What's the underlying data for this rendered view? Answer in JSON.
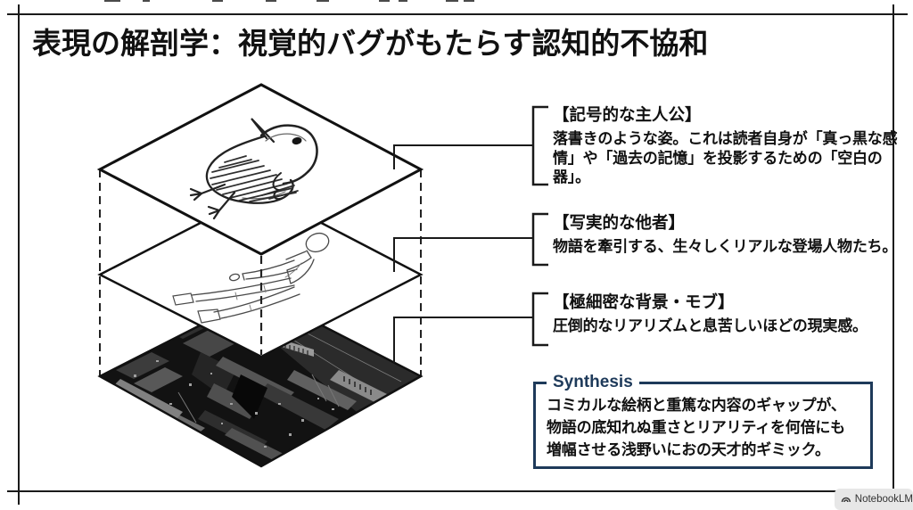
{
  "title": "表現の解剖学：視覚的バグがもたらす認知的不協和",
  "diagram": {
    "layers": [
      {
        "name": "doodle-bird-sketch-layer"
      },
      {
        "name": "realistic-figure-sketch-layer"
      },
      {
        "name": "hyperdetailed-city-background-layer"
      }
    ]
  },
  "callouts": [
    {
      "heading": "【記号的な主人公】",
      "body": "落書きのような姿。これは読者自身が「真っ黒な感\n情」や「過去の記憶」を投影するための「空白の器」。"
    },
    {
      "heading": "【写実的な他者】",
      "body": "物語を牽引する、生々しくリアルな登場人物たち。"
    },
    {
      "heading": "【極細密な背景・モブ】",
      "body": "圧倒的なリアリズムと息苦しいほどの現実感。"
    }
  ],
  "synthesis": {
    "label": "Synthesis",
    "body": "コミカルな絵柄と重篤な内容のギャップが、\n物語の底知れぬ重さとリアリティを何倍にも\n増幅させる浅野いにおの天才的ギミック。"
  },
  "watermark": {
    "label": "NotebookLM",
    "icon": "notebooklm-logo-icon"
  },
  "colors": {
    "accent_navy": "#1e3a5a",
    "frame_ink": "#1a1a1a",
    "text_ink": "#111111"
  }
}
